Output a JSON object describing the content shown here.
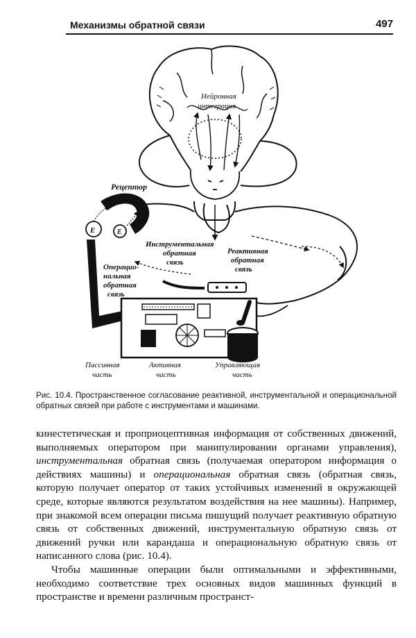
{
  "header": {
    "title": "Механизмы обратной связи",
    "page_number": "497"
  },
  "figure": {
    "labels": {
      "neuron_integration_1": "Нейронная",
      "neuron_integration_2": "интеграция",
      "receptor": "Рецептор",
      "e1": "E",
      "e2": "E",
      "instrumental_1": "Инструментальная",
      "instrumental_2": "обратная",
      "instrumental_3": "связь",
      "reactive_1": "Реактивная",
      "reactive_2": "обратная",
      "reactive_3": "связь",
      "operational_1": "Операцио-",
      "operational_2": "нальная",
      "operational_3": "обратная",
      "operational_4": "связь",
      "passive_1": "Пассивная",
      "passive_2": "часть",
      "active_1": "Активная",
      "active_2": "часть",
      "control_1": "Управляющая",
      "control_2": "часть"
    },
    "caption_number": "Рис. 10.4.",
    "caption_text": "Пространственное согласование реактивной, инструментальной и операциональной обратных связей при работе с инструментами и машинами."
  },
  "body": {
    "p1_a": "кинестетическая и проприоцептивная информация от собственных движений, выполняемых оператором при манипулировании органами управления), ",
    "p1_b": "инструментальная",
    "p1_c": " обратная связь (получаемая оператором информация о действиях машины) и ",
    "p1_d": "операциональная",
    "p1_e": " обратная связь (обратная связь, которую получает оператор от таких устойчивых изменений в окружающей среде, которые являются результатом воздействия на нее машины). Например, при знакомой всем операции письма пишущий получает реактивную обратную связь от собственных движений, инструментальную обратную связь от движений ручки или карандаша и операциональную обратную связь от написанного слова (рис. 10.4).",
    "p2": "Чтобы машинные операции были оптимальными и эффективными, необходимо соответствие трех основных видов машинных функций в пространстве и времени различным пространст-"
  }
}
